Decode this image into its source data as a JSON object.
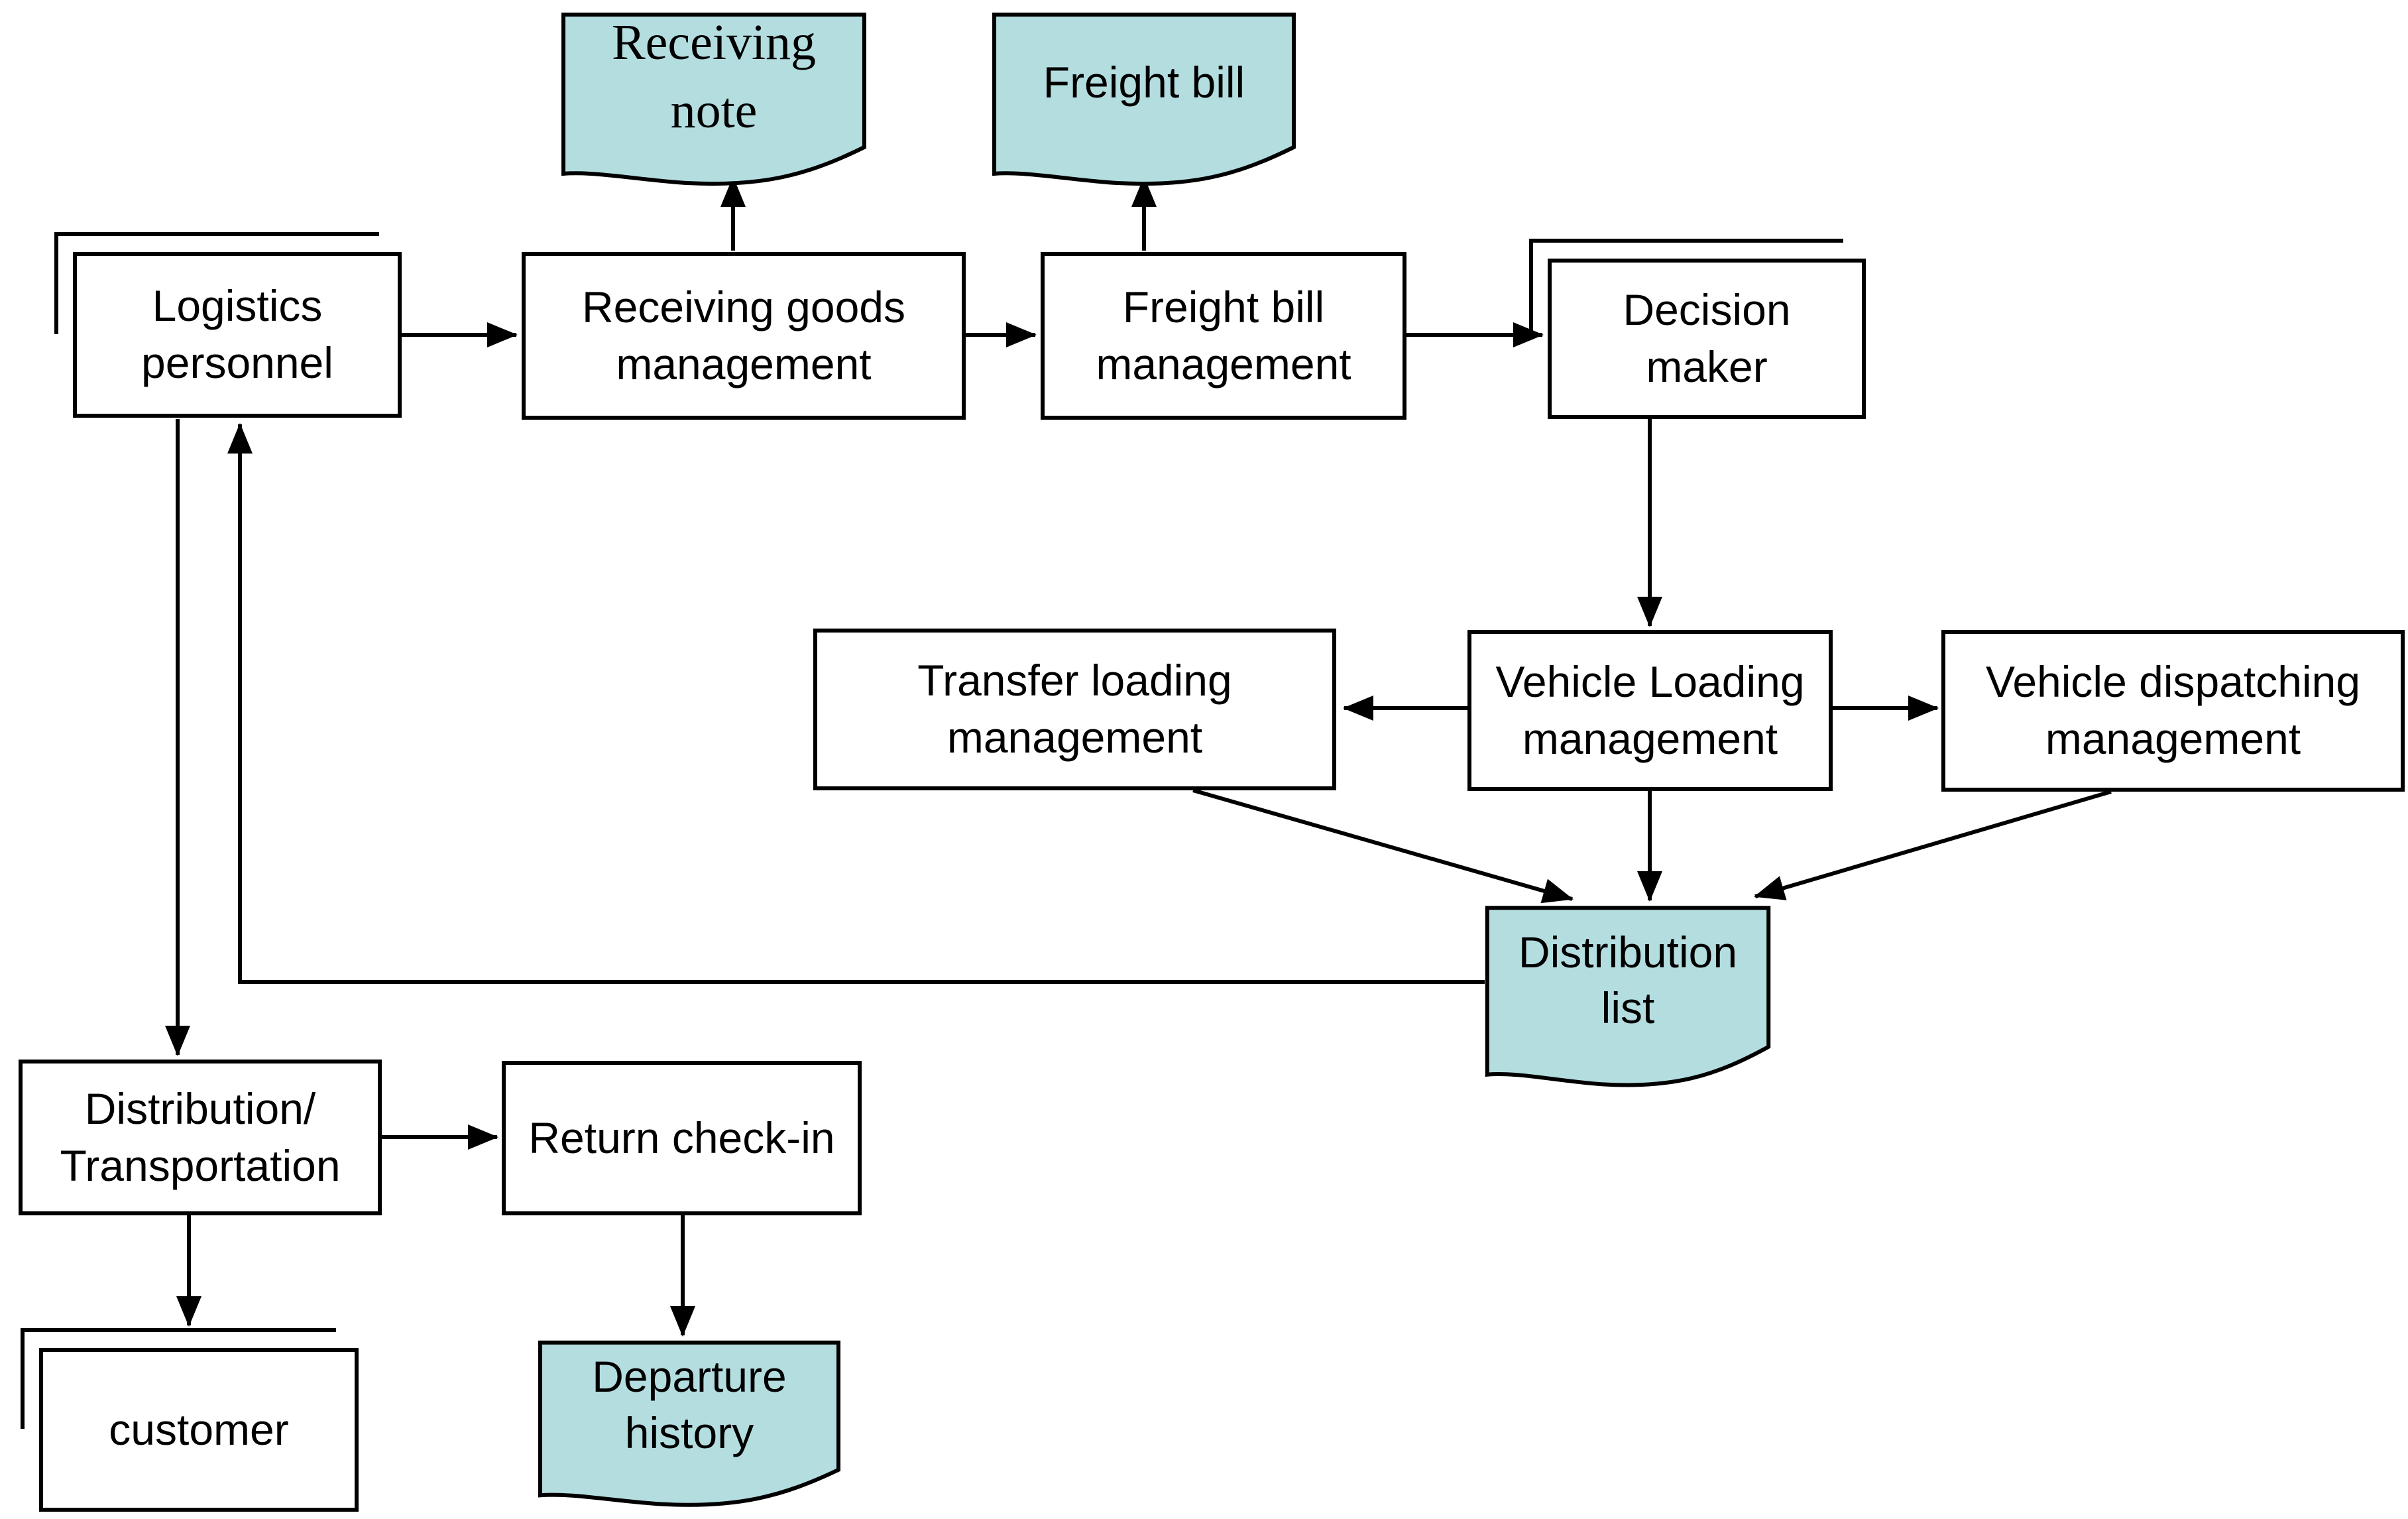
{
  "colors": {
    "background": "#ffffff",
    "line": "#000000",
    "process_fill": "#ffffff",
    "document_fill": "#b4dde0"
  },
  "nodes": {
    "logistics_personnel": {
      "type": "external entity",
      "lines": [
        "Logistics",
        "personnel"
      ]
    },
    "receiving_goods_management": {
      "type": "process",
      "lines": [
        "Receiving goods",
        "management"
      ]
    },
    "freight_bill_management": {
      "type": "process",
      "lines": [
        "Freight bill",
        "management"
      ]
    },
    "decision_maker": {
      "type": "external entity",
      "lines": [
        "Decision",
        "maker"
      ]
    },
    "transfer_loading_management": {
      "type": "process",
      "lines": [
        "Transfer loading",
        "management"
      ]
    },
    "vehicle_loading_management": {
      "type": "process",
      "lines": [
        "Vehicle Loading",
        "management"
      ]
    },
    "vehicle_dispatching_management": {
      "type": "process",
      "lines": [
        "Vehicle dispatching",
        "management"
      ]
    },
    "distribution_transportation": {
      "type": "process",
      "lines": [
        "Distribution/",
        "Transportation"
      ]
    },
    "return_check_in": {
      "type": "process",
      "lines": [
        "Return check-in"
      ]
    },
    "customer": {
      "type": "external entity",
      "lines": [
        "customer"
      ]
    }
  },
  "documents": {
    "receiving_note": {
      "lines": [
        "Receiving",
        "note"
      ]
    },
    "freight_bill": {
      "lines": [
        "Freight bill"
      ]
    },
    "distribution_list": {
      "lines": [
        "Distribution",
        "list"
      ]
    },
    "departure_history": {
      "lines": [
        "Departure",
        "history"
      ]
    }
  },
  "edges": [
    {
      "from": "logistics_personnel",
      "to": "receiving_goods_management"
    },
    {
      "from": "receiving_goods_management",
      "to": "receiving_note"
    },
    {
      "from": "receiving_goods_management",
      "to": "freight_bill_management"
    },
    {
      "from": "freight_bill_management",
      "to": "freight_bill"
    },
    {
      "from": "freight_bill_management",
      "to": "decision_maker"
    },
    {
      "from": "decision_maker",
      "to": "vehicle_loading_management"
    },
    {
      "from": "vehicle_loading_management",
      "to": "transfer_loading_management"
    },
    {
      "from": "vehicle_loading_management",
      "to": "vehicle_dispatching_management"
    },
    {
      "from": "vehicle_loading_management",
      "to": "distribution_list"
    },
    {
      "from": "transfer_loading_management",
      "to": "distribution_list"
    },
    {
      "from": "vehicle_dispatching_management",
      "to": "distribution_list"
    },
    {
      "from": "distribution_list",
      "to": "logistics_personnel"
    },
    {
      "from": "logistics_personnel",
      "to": "distribution_transportation"
    },
    {
      "from": "distribution_transportation",
      "to": "return_check_in"
    },
    {
      "from": "distribution_transportation",
      "to": "customer"
    },
    {
      "from": "return_check_in",
      "to": "departure_history"
    }
  ]
}
